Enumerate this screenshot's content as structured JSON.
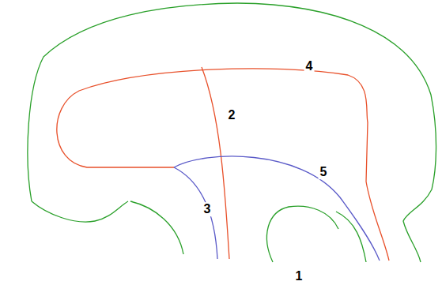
{
  "diagram": {
    "labels": [
      "4",
      "2",
      "5",
      "3",
      "1"
    ]
  }
}
